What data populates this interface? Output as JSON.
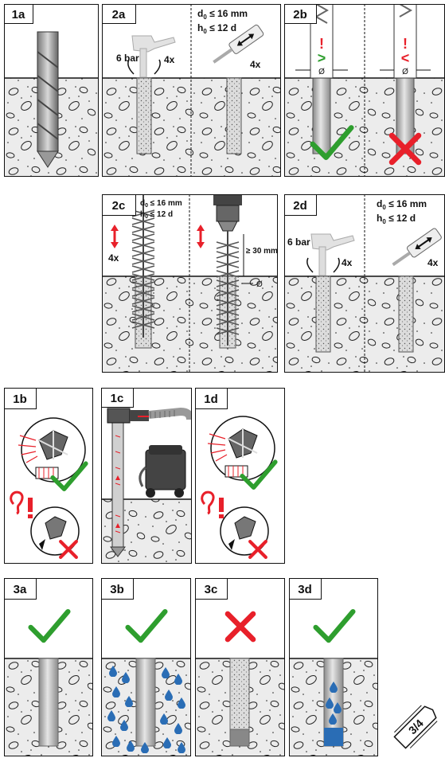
{
  "panels": {
    "p1a": {
      "id": "1a"
    },
    "p2a": {
      "id": "2a",
      "pressure": "6 bar",
      "repeat": "4x",
      "cond_d": "d",
      "cond_d_sub": "0",
      "cond_d_rest": " ≤ 16 mm",
      "cond_h": "h",
      "cond_h_sub": "0",
      "cond_h_rest": " ≤ 12 d"
    },
    "p2b": {
      "id": "2b",
      "gt": ">",
      "lt": "<",
      "excl": "!",
      "diam": "Ø"
    },
    "p2c": {
      "id": "2c",
      "repeat": "4x",
      "cond_d": "d",
      "cond_d_sub": "0",
      "cond_d_rest": " ≤ 16 mm",
      "cond_h": "h",
      "cond_h_sub": "0",
      "cond_h_rest": " ≤ 12 d",
      "depth": "≥ 30 mm",
      "diam": "Ø"
    },
    "p2d": {
      "id": "2d",
      "pressure": "6 bar",
      "repeat": "4x",
      "cond_d": "d",
      "cond_d_sub": "0",
      "cond_d_rest": " ≤ 16 mm",
      "cond_h": "h",
      "cond_h_sub": "0",
      "cond_h_rest": " ≤ 12 d"
    },
    "p1b": {
      "id": "1b"
    },
    "p1c": {
      "id": "1c"
    },
    "p1d": {
      "id": "1d"
    },
    "p3a": {
      "id": "3a"
    },
    "p3b": {
      "id": "3b"
    },
    "p3c": {
      "id": "3c"
    },
    "p3d": {
      "id": "3d"
    }
  },
  "page_tab": "3/4",
  "colors": {
    "check": "#2e9e2e",
    "cross": "#e8202a",
    "water": "#2a6db5",
    "concrete": "#ececec",
    "stroke": "#111111"
  }
}
